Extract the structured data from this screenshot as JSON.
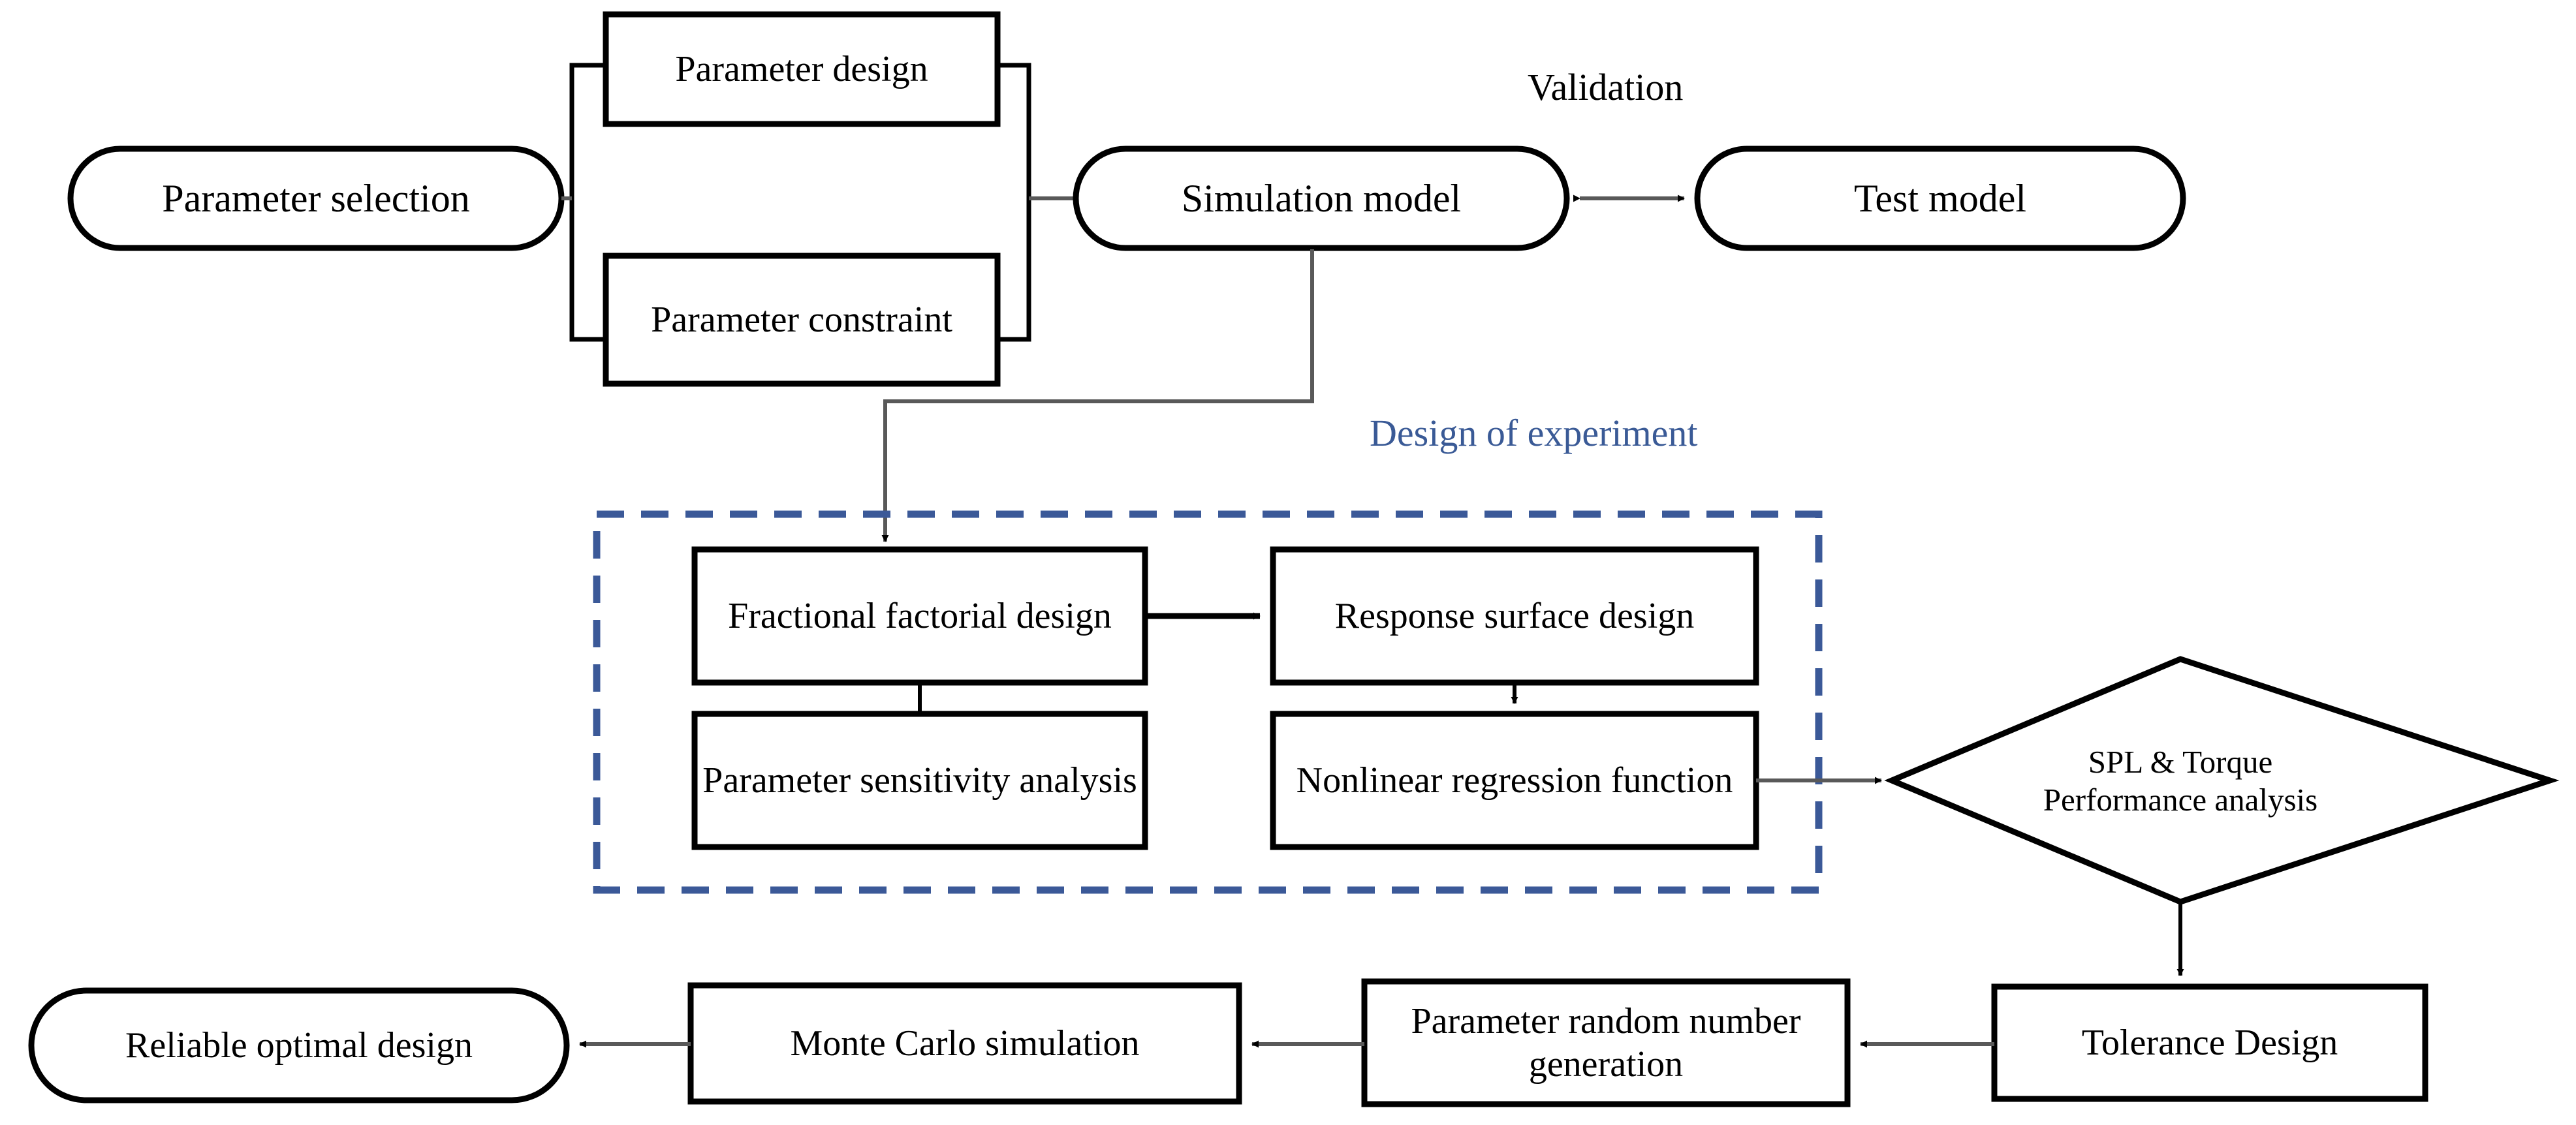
{
  "diagram": {
    "title_labels": {
      "validation": "Validation",
      "design_of_experiment": "Design of experiment"
    },
    "colors": {
      "node_stroke": "#000000",
      "connector": "#595959",
      "doe_border": "#3b5998",
      "doe_label": "#3a5a96",
      "background": "#ffffff"
    },
    "nodes": [
      {
        "id": "parameter-selection",
        "label": "Parameter selection",
        "shape": "stadium"
      },
      {
        "id": "parameter-design",
        "label": "Parameter design",
        "shape": "rect"
      },
      {
        "id": "parameter-constraint",
        "label": "Parameter constraint",
        "shape": "rect"
      },
      {
        "id": "simulation-model",
        "label": "Simulation  model",
        "shape": "stadium"
      },
      {
        "id": "test-model",
        "label": "Test model",
        "shape": "stadium"
      },
      {
        "id": "fractional-factorial-design",
        "label": "Fractional  factorial design",
        "shape": "rect"
      },
      {
        "id": "response-surface-design",
        "label": "Response surface design",
        "shape": "rect"
      },
      {
        "id": "parameter-sensitivity-analysis",
        "label": "Parameter sensitivity  analysis",
        "shape": "rect"
      },
      {
        "id": "nonlinear-regression-function",
        "label": "Nonlinear regression function",
        "shape": "rect"
      },
      {
        "id": "spl-torque-performance-analysis",
        "label": "SPL & Torque Performance analysis",
        "shape": "diamond"
      },
      {
        "id": "tolerance-design",
        "label": "Tolerance Design",
        "shape": "rect"
      },
      {
        "id": "parameter-random-number-generation",
        "label": "Parameter random number generation",
        "shape": "rect"
      },
      {
        "id": "monte-carlo-simulation",
        "label": "Monte Carlo simulation",
        "shape": "rect"
      },
      {
        "id": "reliable-optimal-design",
        "label": "Reliable optimal design",
        "shape": "stadium"
      }
    ],
    "edges": [
      {
        "from": "parameter-selection",
        "to": "parameter-design-group",
        "arrow": "none"
      },
      {
        "from": "parameter-design-group",
        "to": "simulation-model",
        "arrow": "none"
      },
      {
        "from": "simulation-model",
        "to": "test-model",
        "arrow": "both"
      },
      {
        "from": "simulation-model",
        "to": "fractional-factorial-design",
        "arrow": "end"
      },
      {
        "from": "fractional-factorial-design",
        "to": "response-surface-design",
        "arrow": "end"
      },
      {
        "from": "fractional-factorial-design",
        "to": "parameter-sensitivity-analysis",
        "arrow": "none"
      },
      {
        "from": "response-surface-design",
        "to": "nonlinear-regression-function",
        "arrow": "end"
      },
      {
        "from": "nonlinear-regression-function",
        "to": "spl-torque-performance-analysis",
        "arrow": "end"
      },
      {
        "from": "spl-torque-performance-analysis",
        "to": "tolerance-design",
        "arrow": "end"
      },
      {
        "from": "tolerance-design",
        "to": "parameter-random-number-generation",
        "arrow": "end"
      },
      {
        "from": "parameter-random-number-generation",
        "to": "monte-carlo-simulation",
        "arrow": "end"
      },
      {
        "from": "monte-carlo-simulation",
        "to": "reliable-optimal-design",
        "arrow": "end"
      }
    ]
  }
}
